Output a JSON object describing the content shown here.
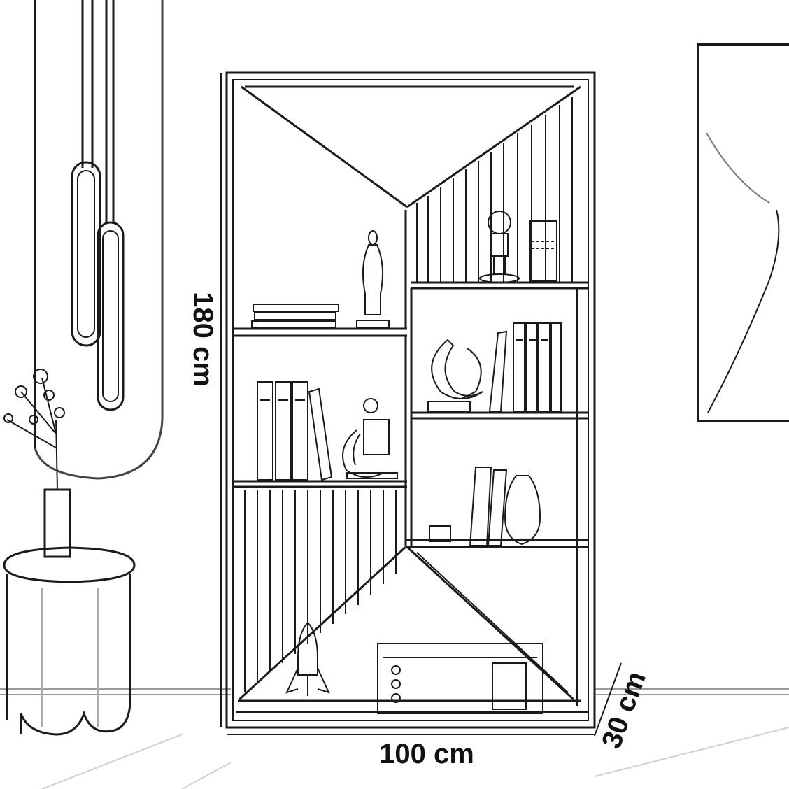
{
  "dimensions": {
    "height": "180 cm",
    "width": "100 cm",
    "depth": "30 cm"
  },
  "colors": {
    "line": "#1a1a1a",
    "light_line": "#9a9a9a",
    "background": "#ffffff"
  }
}
